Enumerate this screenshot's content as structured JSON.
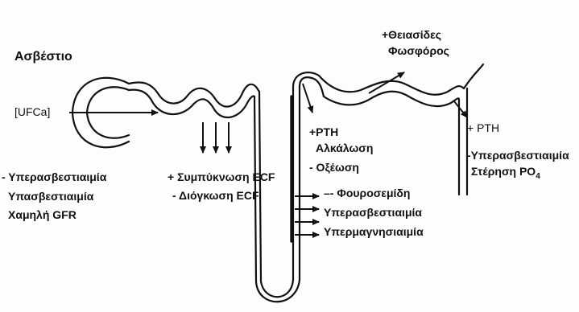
{
  "title": "Ασβέστιο",
  "ufca": "[UFCa]",
  "proximal_out": {
    "line1": "+ Συμπύκνωση ECF",
    "line2": "- Διόγκωση ECF"
  },
  "left_factors": {
    "line1": "- Υπερασβεστιαιμία",
    "line2": "Υπασβεστιαιμία",
    "line3": "Χαμηλή GFR"
  },
  "thiazide": {
    "line1": "+Θειασίδες",
    "line2": "Φωσφόρος"
  },
  "loop_in": {
    "line1": "+PTH",
    "line2": "Αλκάλωση",
    "line3": "- Οξέωση"
  },
  "loop_out": {
    "line1": "–- Φουροσεμίδη",
    "line2": "Υπερασβεστιαιμία",
    "line3": "Υπερμαγνησιαιμία"
  },
  "distal_in": {
    "line1": "+ PTH"
  },
  "distal_out": {
    "line1": "-Υπερασβεστιαιμία",
    "line2": "Στέρηση PO",
    "sub": "4"
  }
}
